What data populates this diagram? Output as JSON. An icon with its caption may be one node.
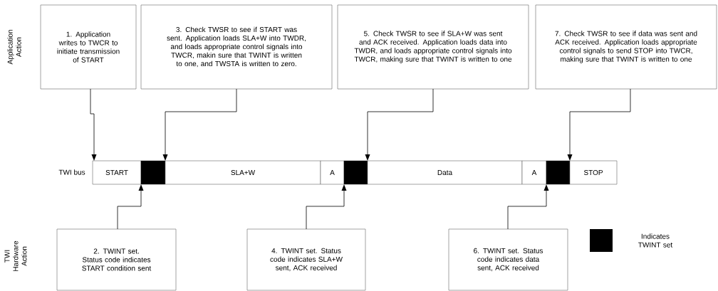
{
  "diagram": {
    "nodes": [
      {
        "text": [
          "1. Application writes to TWCR to initiate transmission of START"
        ]
      },
      {
        "text": [
          "3. Check TWSR to see if START was sent. Application loads SLA+W into TWDR, and loads appropriate control signals into TWCR, makin sure that TWINT is written to one, and TWSTA is written to zero."
        ]
      },
      {
        "text": [
          "5. Check TWSR to see if SLA+W was sent and ACK received. Application loads data into TWDR, and loads appropriate control signals into TWCR, making sure that TWINT is written to one"
        ]
      },
      {
        "text": [
          "7. Check TWSR to see if data was sent and ACK received. Application loads appropriate control signals to send STOP into TWCR, making sure that TWINT is written to one"
        ]
      },
      {
        "text": [
          "START"
        ]
      },
      {
        "text": [],
        "shape": "box"
      },
      {
        "text": [
          "SLA+W"
        ]
      },
      {
        "text": [
          "A"
        ]
      },
      {
        "text": [],
        "shape": "box"
      },
      {
        "text": [
          "Data"
        ]
      },
      {
        "text": [
          "A"
        ]
      },
      {
        "text": [],
        "shape": "box"
      },
      {
        "text": [
          "STOP"
        ]
      },
      {
        "text": [
          "2. TWINT set. Status code indicates START condition sent"
        ]
      },
      {
        "text": [
          "4. TWINT set. Status code indicates SLA+W sent, ACK received"
        ]
      },
      {
        "text": [
          "6. TWINT set. Status code indicates data sent, ACK received"
        ]
      }
    ],
    "edges": [
      {
        "from": 0,
        "to": 4,
        "arrow": "to"
      },
      {
        "from": 1,
        "to": 6,
        "arrow": "to"
      },
      {
        "from": 2,
        "to": 9,
        "arrow": "to"
      },
      {
        "from": 3,
        "to": 12,
        "arrow": "to"
      },
      {
        "from": 13,
        "to": 5,
        "arrow": "to"
      },
      {
        "from": 14,
        "to": 8,
        "arrow": "to"
      },
      {
        "from": 15,
        "to": 11,
        "arrow": "to"
      }
    ],
    "labels": [
      "Application Action",
      "TWI bus",
      "TWI Hardware Action"
    ],
    "legend": [
      {
        "text": "Indicates TWINT set",
        "color": "#000000"
      }
    ]
  }
}
